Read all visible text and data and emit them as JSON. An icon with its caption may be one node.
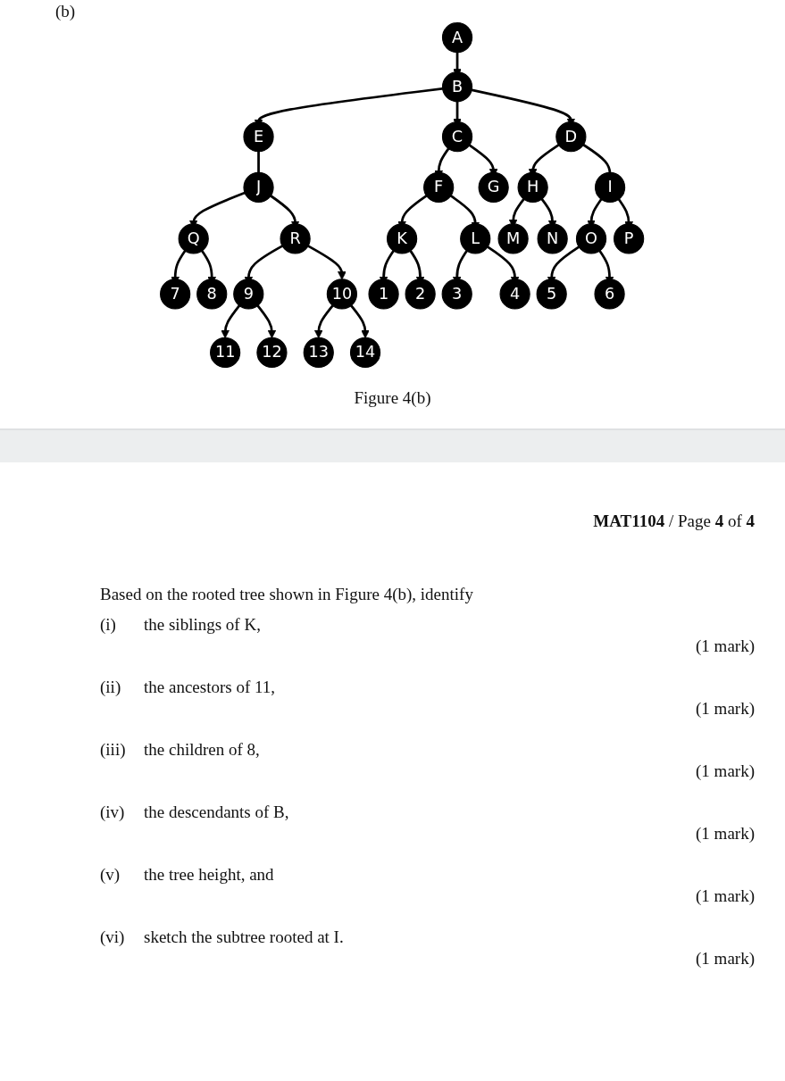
{
  "diagram": {
    "caption": "Figure 4(b)",
    "nodes": [
      {
        "text": [
          "A"
        ]
      },
      {
        "text": [
          "B"
        ]
      },
      {
        "text": [
          "E"
        ]
      },
      {
        "text": [
          "C"
        ]
      },
      {
        "text": [
          "F"
        ]
      },
      {
        "text": [
          "D"
        ]
      },
      {
        "text": [
          "J"
        ]
      },
      {
        "text": [
          "L"
        ]
      },
      {
        "text": [
          "G"
        ]
      },
      {
        "text": [
          "H"
        ]
      },
      {
        "text": [
          "I"
        ]
      },
      {
        "text": [
          "Q"
        ]
      },
      {
        "text": [
          "K"
        ]
      },
      {
        "text": [
          "4"
        ]
      },
      {
        "text": [
          "N"
        ]
      },
      {
        "text": [
          "7"
        ]
      },
      {
        "text": [
          "R"
        ]
      },
      {
        "text": [
          "1"
        ]
      },
      {
        "text": [
          "2"
        ]
      },
      {
        "text": [
          "3"
        ]
      },
      {
        "text": [
          "M"
        ]
      },
      {
        "text": [
          "O"
        ]
      },
      {
        "text": [
          "P"
        ]
      },
      {
        "text": [
          "8"
        ]
      },
      {
        "text": [
          "5"
        ]
      },
      {
        "text": [
          "6"
        ]
      },
      {
        "text": [
          "9"
        ]
      },
      {
        "text": [
          "10"
        ]
      },
      {
        "text": [
          "11"
        ]
      },
      {
        "text": [
          "13"
        ]
      },
      {
        "text": [
          "12"
        ]
      },
      {
        "text": [
          "14"
        ]
      }
    ],
    "edges": [
      {
        "from": 0,
        "to": 1,
        "arrow": "to"
      },
      {
        "from": 1,
        "to": 2,
        "arrow": "to"
      },
      {
        "from": 1,
        "to": 3,
        "arrow": "to"
      },
      {
        "from": 1,
        "to": 5,
        "arrow": "to"
      },
      {
        "from": 2,
        "to": 6,
        "arrow": "to"
      },
      {
        "from": 3,
        "to": 4,
        "arrow": "to"
      },
      {
        "from": 3,
        "to": 8,
        "arrow": "to"
      },
      {
        "from": 4,
        "to": 12,
        "arrow": "to"
      },
      {
        "from": 4,
        "to": 7,
        "arrow": "to"
      },
      {
        "from": 7,
        "to": 19,
        "arrow": "to"
      },
      {
        "from": 7,
        "to": 13,
        "arrow": "to"
      },
      {
        "from": 12,
        "to": 17,
        "arrow": "to"
      },
      {
        "from": 12,
        "to": 18,
        "arrow": "to"
      },
      {
        "from": 5,
        "to": 9,
        "arrow": "to"
      },
      {
        "from": 5,
        "to": 10,
        "arrow": "to"
      },
      {
        "from": 9,
        "to": 20,
        "arrow": "to"
      },
      {
        "from": 9,
        "to": 14,
        "arrow": "to"
      },
      {
        "from": 10,
        "to": 21,
        "arrow": "to"
      },
      {
        "from": 10,
        "to": 22,
        "arrow": "to"
      },
      {
        "from": 21,
        "to": 24,
        "arrow": "to"
      },
      {
        "from": 21,
        "to": 25,
        "arrow": "to"
      },
      {
        "from": 6,
        "to": 11,
        "arrow": "to"
      },
      {
        "from": 6,
        "to": 16,
        "arrow": "to"
      },
      {
        "from": 11,
        "to": 15,
        "arrow": "to"
      },
      {
        "from": 11,
        "to": 23,
        "arrow": "to"
      },
      {
        "from": 16,
        "to": 26,
        "arrow": "to"
      },
      {
        "from": 16,
        "to": 27,
        "arrow": "to"
      },
      {
        "from": 26,
        "to": 28,
        "arrow": "to"
      },
      {
        "from": 26,
        "to": 30,
        "arrow": "to"
      },
      {
        "from": 27,
        "to": 29,
        "arrow": "to"
      },
      {
        "from": 27,
        "to": 31,
        "arrow": "to"
      }
    ],
    "labels": [
      "(b)",
      "**MAT1104** / Page **4** of **4**",
      "Based on the rooted tree shown in Figure 4(b), identify",
      "(i)",
      "the siblings of K,",
      "(1 mark)",
      "(ii)",
      "the ancestors of 11,",
      "(1 mark)",
      "(iii)",
      "the children of 8,",
      "(1 mark)",
      "(iv)",
      "the descendants of B,",
      "(1 mark)",
      "(v)",
      "the tree height, and",
      "(1 mark)",
      "(vi)",
      "sketch the subtree rooted at I.",
      "(1 mark)"
    ]
  }
}
